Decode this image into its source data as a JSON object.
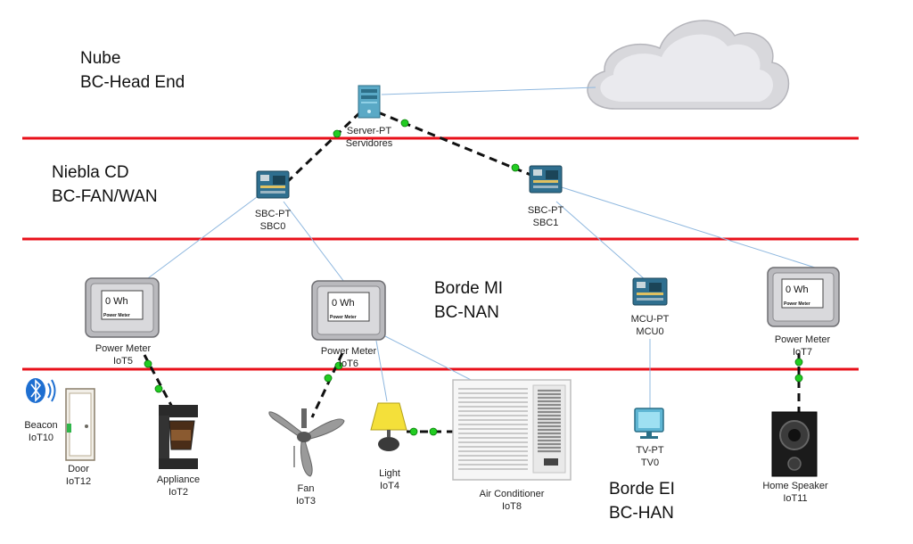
{
  "layers": {
    "cloud": {
      "line1": "Nube",
      "line2": "BC-Head End"
    },
    "fog": {
      "line1": "Niebla CD",
      "line2": "BC-FAN/WAN"
    },
    "edge_mi": {
      "line1": "Borde MI",
      "line2": "BC-NAN"
    },
    "edge_ei": {
      "line1": "Borde EI",
      "line2": "BC-HAN"
    }
  },
  "devices": {
    "server": {
      "type": "Server-PT",
      "name": "Servidores"
    },
    "sbc0": {
      "type": "SBC-PT",
      "name": "SBC0"
    },
    "sbc1": {
      "type": "SBC-PT",
      "name": "SBC1"
    },
    "mcu0": {
      "type": "MCU-PT",
      "name": "MCU0"
    },
    "meter_iot5": {
      "type": "Power Meter",
      "name": "IoT5",
      "reading": "0 Wh",
      "panel_label": "Power Meter"
    },
    "meter_iot6": {
      "type": "Power Meter",
      "name": "IoT6",
      "reading": "0 Wh",
      "panel_label": "Power Meter"
    },
    "meter_iot7": {
      "type": "Power Meter",
      "name": "IoT7",
      "reading": "0 Wh",
      "panel_label": "Power Meter"
    },
    "beacon": {
      "type": "Beacon",
      "name": "IoT10"
    },
    "door": {
      "type": "Door",
      "name": "IoT12"
    },
    "appliance": {
      "type": "Appliance",
      "name": "IoT2"
    },
    "fan": {
      "type": "Fan",
      "name": "IoT3"
    },
    "light": {
      "type": "Light",
      "name": "IoT4"
    },
    "ac": {
      "type": "Air Conditioner",
      "name": "IoT8"
    },
    "tv": {
      "type": "TV-PT",
      "name": "TV0"
    },
    "speaker": {
      "type": "Home Speaker",
      "name": "IoT11"
    }
  },
  "colors": {
    "separator": "#e8101a",
    "wireless": "#8fb8df",
    "cable": "#111111",
    "link_dot": "#22cc22"
  }
}
